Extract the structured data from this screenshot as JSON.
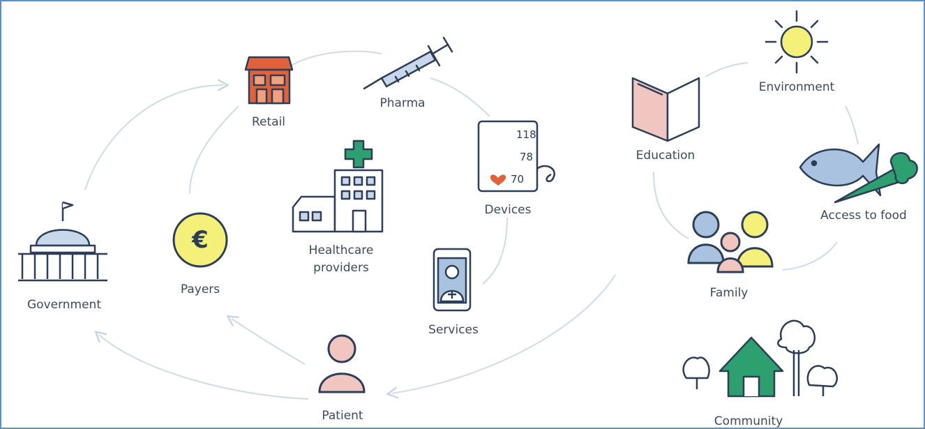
{
  "diagram": {
    "nodes": {
      "retail": {
        "label": "Retail",
        "icon": "shop-icon"
      },
      "pharma": {
        "label": "Pharma",
        "icon": "syringe-icon"
      },
      "devices": {
        "label": "Devices",
        "icon": "monitor-device-icon",
        "readings": [
          "118",
          "78",
          "70"
        ]
      },
      "healthcare": {
        "label_line1": "Healthcare",
        "label_line2": "providers",
        "icon": "hospital-icon"
      },
      "services": {
        "label": "Services",
        "icon": "phone-doctor-icon"
      },
      "payers": {
        "label": "Payers",
        "icon": "euro-coin-icon",
        "symbol": "€"
      },
      "government": {
        "label": "Government",
        "icon": "capitol-icon"
      },
      "patient": {
        "label": "Patient",
        "icon": "person-icon"
      },
      "education": {
        "label": "Education",
        "icon": "book-icon"
      },
      "environment": {
        "label": "Environment",
        "icon": "sun-icon"
      },
      "access_food": {
        "label": "Access to food",
        "icon": "fish-carrot-icon"
      },
      "family": {
        "label": "Family",
        "icon": "family-icon"
      },
      "community": {
        "label": "Community",
        "icon": "house-trees-icon"
      }
    },
    "colors": {
      "outline": "#2c3e57",
      "retail": "#e0623a",
      "pharma": "#c9d7ea",
      "pink": "#f2c6c0",
      "blue": "#a9c2df",
      "yellow": "#f4f07a",
      "green": "#2e9f6f",
      "heart": "#e0623a",
      "arrow": "#c9d6e3"
    }
  }
}
